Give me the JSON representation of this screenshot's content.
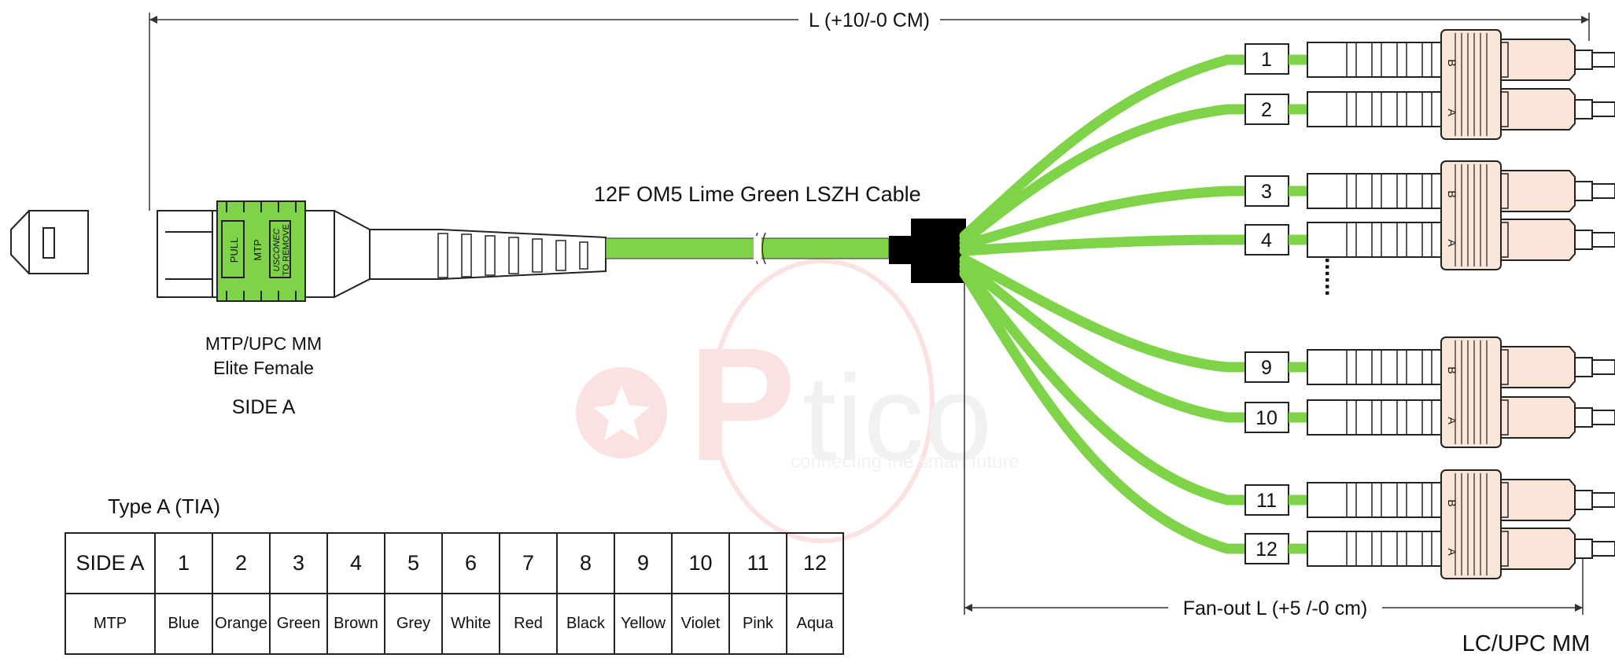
{
  "dimensions": {
    "total_length": "L (+10/-0 CM)",
    "fanout_length": "Fan-out L (+5 /-0 cm)"
  },
  "cable": {
    "label": "12F OM5 Lime Green  LSZH Cable",
    "color": "#7ed348"
  },
  "connector_a": {
    "type_line1": "MTP/UPC MM",
    "type_line2": "Elite Female",
    "side": "SIDE A",
    "body_labels": [
      "PULL",
      "MTP",
      "USCONEC",
      "TO REMOVE"
    ]
  },
  "connector_b": {
    "type": "LC/UPC MM",
    "duplex_marks": [
      "B",
      "A"
    ]
  },
  "fiber_labels": [
    "1",
    "2",
    "3",
    "4",
    "9",
    "10",
    "11",
    "12"
  ],
  "ellipsis": "......",
  "watermark": {
    "brand": "tico",
    "tagline": "connecting the smart future"
  },
  "pin_table": {
    "title": "Type A (TIA)",
    "row_header_1": "SIDE A",
    "row_header_2": "MTP",
    "numbers": [
      "1",
      "2",
      "3",
      "4",
      "5",
      "6",
      "7",
      "8",
      "9",
      "10",
      "11",
      "12"
    ],
    "colors": [
      "Blue",
      "Orange",
      "Green",
      "Brown",
      "Grey",
      "White",
      "Red",
      "Black",
      "Yellow",
      "Violet",
      "Pink",
      "Aqua"
    ]
  }
}
